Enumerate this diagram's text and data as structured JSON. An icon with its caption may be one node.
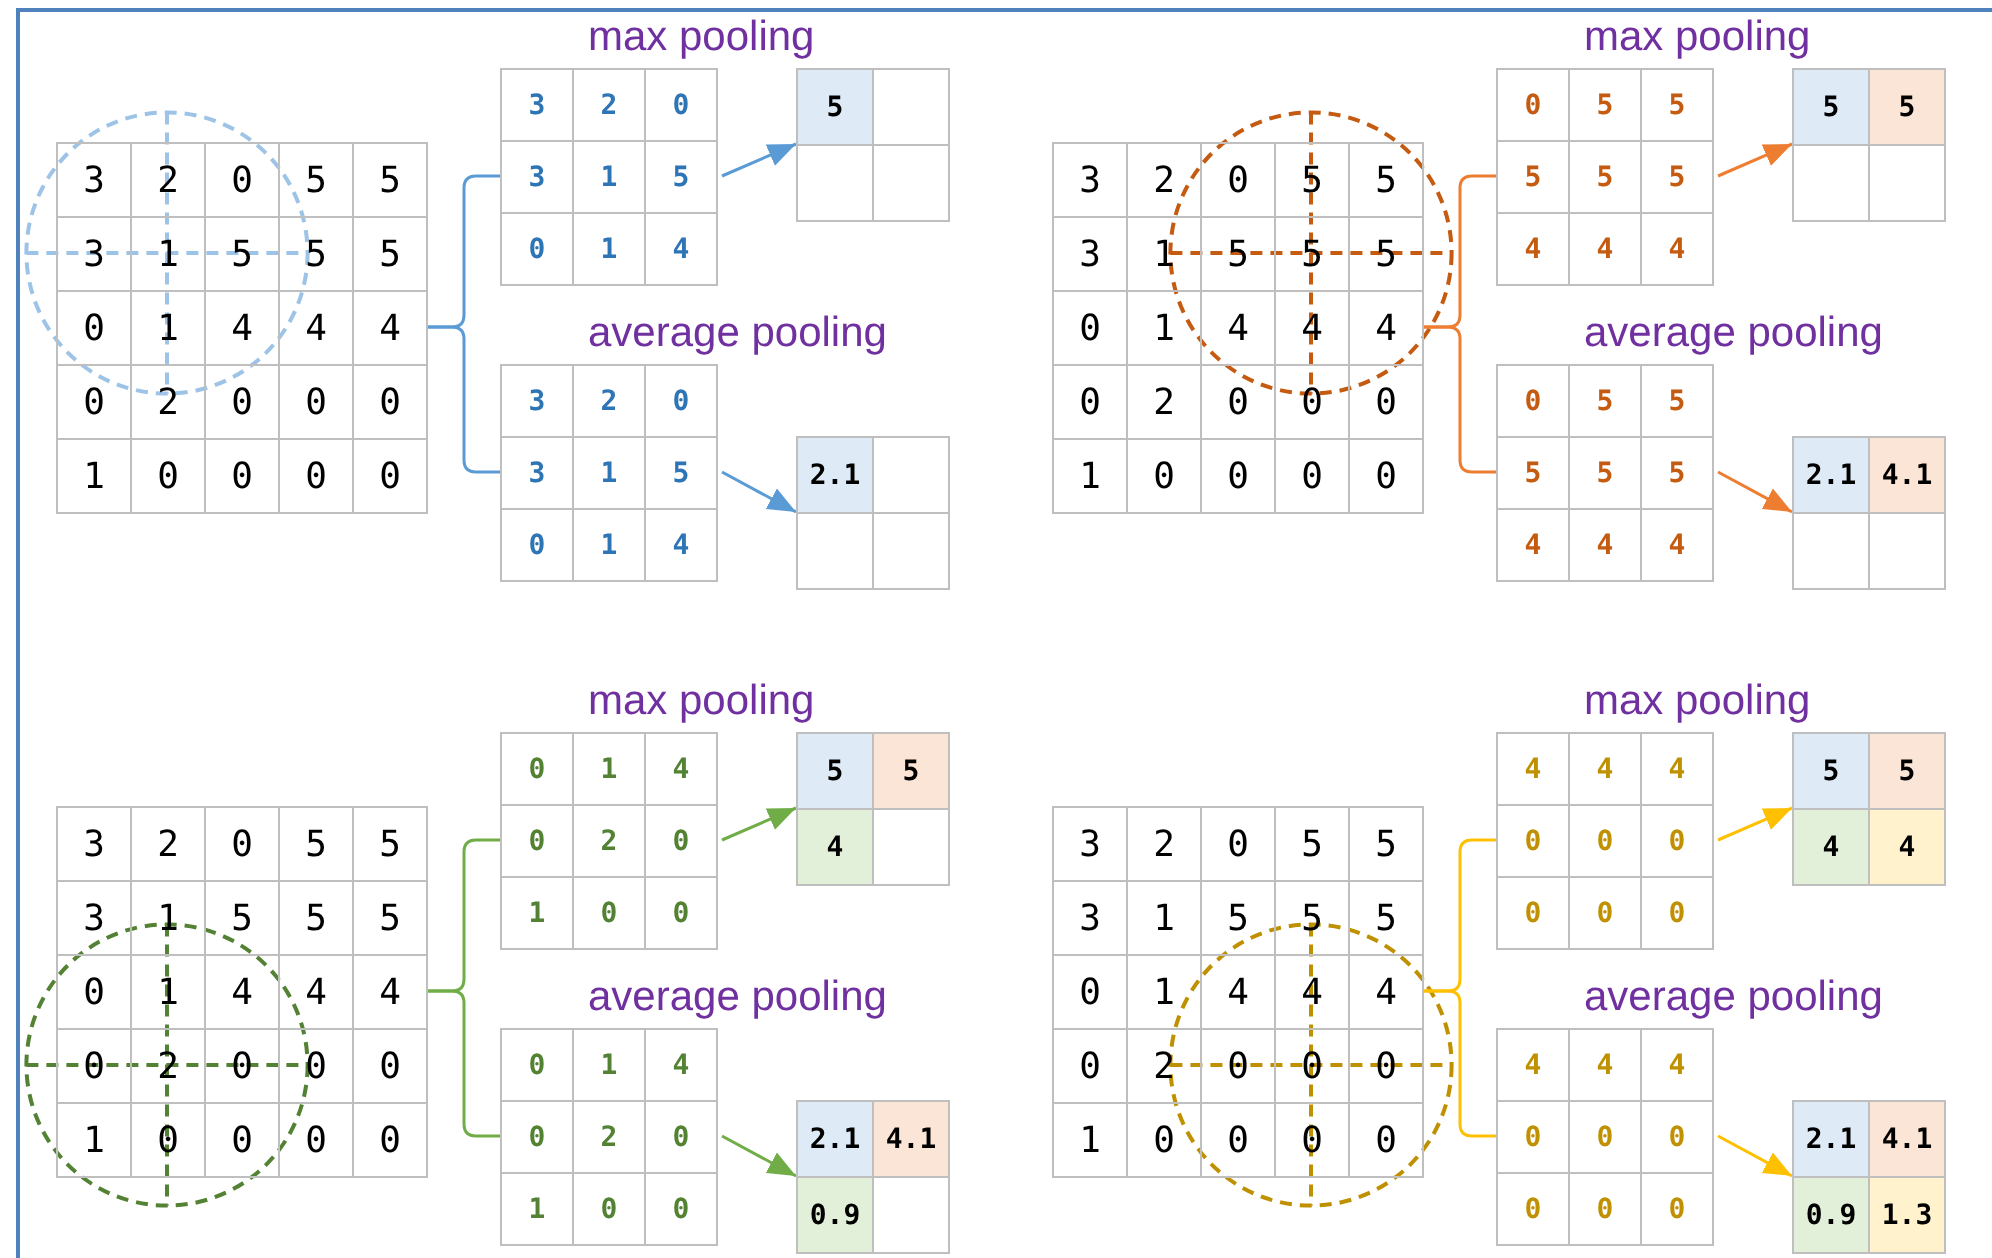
{
  "diagram": {
    "nodes": [
      {
        "text": [
          "3",
          "2",
          "0",
          "5",
          "5",
          "3",
          "1",
          "5",
          "5",
          "5",
          "0",
          "1",
          "4",
          "4",
          "4",
          "0",
          "2",
          "0",
          "0",
          "0",
          "1",
          "0",
          "0",
          "0",
          "0"
        ]
      },
      {
        "text": [
          "3",
          "2",
          "0",
          "3",
          "1",
          "5",
          "0",
          "1",
          "4"
        ],
        "beside": [
          "max pooling"
        ]
      },
      {
        "text": [
          "5"
        ]
      },
      {
        "text": [
          "3",
          "2",
          "0",
          "3",
          "1",
          "5",
          "0",
          "1",
          "4"
        ],
        "beside": [
          "average pooling"
        ]
      },
      {
        "text": [
          "2.1"
        ]
      },
      {
        "text": [
          "3",
          "2",
          "0",
          "5",
          "5",
          "3",
          "1",
          "5",
          "5",
          "5",
          "0",
          "1",
          "4",
          "4",
          "4",
          "0",
          "2",
          "0",
          "0",
          "0",
          "1",
          "0",
          "0",
          "0",
          "0"
        ]
      },
      {
        "text": [
          "0",
          "5",
          "5",
          "5",
          "5",
          "5",
          "4",
          "4",
          "4"
        ],
        "beside": [
          "max pooling"
        ]
      },
      {
        "text": [
          "5",
          "5"
        ]
      },
      {
        "text": [
          "0",
          "5",
          "5",
          "5",
          "5",
          "5",
          "4",
          "4",
          "4"
        ],
        "beside": [
          "average pooling"
        ]
      },
      {
        "text": [
          "2.1",
          "4.1"
        ]
      },
      {
        "text": [
          "3",
          "2",
          "0",
          "5",
          "5",
          "3",
          "1",
          "5",
          "5",
          "5",
          "0",
          "1",
          "4",
          "4",
          "4",
          "0",
          "2",
          "0",
          "0",
          "0",
          "1",
          "0",
          "0",
          "0",
          "0"
        ]
      },
      {
        "text": [
          "0",
          "1",
          "4",
          "0",
          "2",
          "0",
          "1",
          "0",
          "0"
        ],
        "beside": [
          "max pooling"
        ]
      },
      {
        "text": [
          "5",
          "5",
          "4"
        ]
      },
      {
        "text": [
          "0",
          "1",
          "4",
          "0",
          "2",
          "0",
          "1",
          "0",
          "0"
        ],
        "beside": [
          "average pooling"
        ]
      },
      {
        "text": [
          "2.1",
          "4.1",
          "0.9"
        ]
      },
      {
        "text": [
          "3",
          "2",
          "0",
          "5",
          "5",
          "3",
          "1",
          "5",
          "5",
          "5",
          "0",
          "1",
          "4",
          "4",
          "4",
          "0",
          "2",
          "0",
          "0",
          "0",
          "1",
          "0",
          "0",
          "0",
          "0"
        ]
      },
      {
        "text": [
          "4",
          "4",
          "4",
          "0",
          "0",
          "0",
          "0",
          "0",
          "0"
        ],
        "beside": [
          "max pooling"
        ]
      },
      {
        "text": [
          "5",
          "5",
          "4",
          "4"
        ]
      },
      {
        "text": [
          "4",
          "4",
          "4",
          "0",
          "0",
          "0",
          "0",
          "0",
          "0"
        ],
        "beside": [
          "average pooling"
        ]
      },
      {
        "text": [
          "2.1",
          "4.1",
          "0.9",
          "1.3"
        ]
      }
    ],
    "edges": [
      {
        "from": 0,
        "to": 1,
        "arrow": "none",
        "color": "#5b9bd5"
      },
      {
        "from": 0,
        "to": 3,
        "arrow": "none",
        "color": "#5b9bd5"
      },
      {
        "from": 1,
        "to": 2,
        "arrow": "to",
        "color": "#5b9bd5"
      },
      {
        "from": 3,
        "to": 4,
        "arrow": "to",
        "color": "#5b9bd5"
      },
      {
        "from": 5,
        "to": 6,
        "arrow": "none",
        "color": "#ed7d31"
      },
      {
        "from": 5,
        "to": 8,
        "arrow": "none",
        "color": "#ed7d31"
      },
      {
        "from": 6,
        "to": 7,
        "arrow": "to",
        "color": "#ed7d31"
      },
      {
        "from": 8,
        "to": 9,
        "arrow": "to",
        "color": "#ed7d31"
      },
      {
        "from": 10,
        "to": 11,
        "arrow": "none",
        "color": "#70ad47"
      },
      {
        "from": 10,
        "to": 13,
        "arrow": "none",
        "color": "#70ad47"
      },
      {
        "from": 11,
        "to": 12,
        "arrow": "to",
        "color": "#70ad47"
      },
      {
        "from": 13,
        "to": 14,
        "arrow": "to",
        "color": "#70ad47"
      },
      {
        "from": 15,
        "to": 16,
        "arrow": "none",
        "color": "#ffc000"
      },
      {
        "from": 15,
        "to": 18,
        "arrow": "none",
        "color": "#ffc000"
      },
      {
        "from": 16,
        "to": 17,
        "arrow": "to",
        "color": "#ffc000"
      },
      {
        "from": 18,
        "to": 19,
        "arrow": "to",
        "color": "#ffc000"
      }
    ]
  }
}
